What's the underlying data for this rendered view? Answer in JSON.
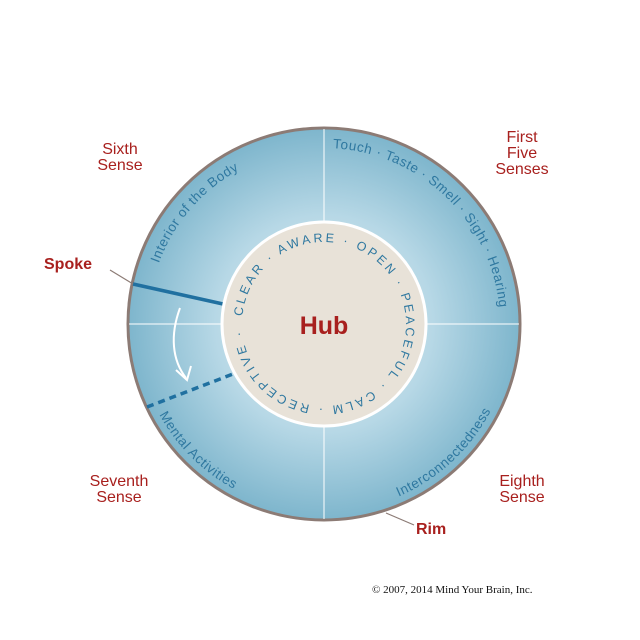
{
  "hub": {
    "title": "Hub",
    "ring_text": "CLEAR · AWARE · OPEN · PEACEFUL · CALM · RECEPTIVE ·"
  },
  "rim": {
    "label": "Rim",
    "segments": {
      "sixth": "Interior of the Body",
      "first_five": "Touch · Taste · Smell · Sight · Hearing",
      "eighth": "Interconnectedness",
      "seventh": "Mental Activities"
    }
  },
  "spoke": {
    "label": "Spoke"
  },
  "senses": {
    "sixth": [
      "Sixth",
      "Sense"
    ],
    "first_five": [
      "First",
      "Five",
      "Senses"
    ],
    "seventh": [
      "Seventh",
      "Sense"
    ],
    "eighth": [
      "Eighth",
      "Sense"
    ]
  },
  "copyright": "© 2007, 2014 Mind Your Brain, Inc.",
  "colors": {
    "label_red": "#a8201e",
    "text_blue": "#2f78a0",
    "hub_fill": "#e8e2d8",
    "rim_border": "#8c7b75"
  }
}
